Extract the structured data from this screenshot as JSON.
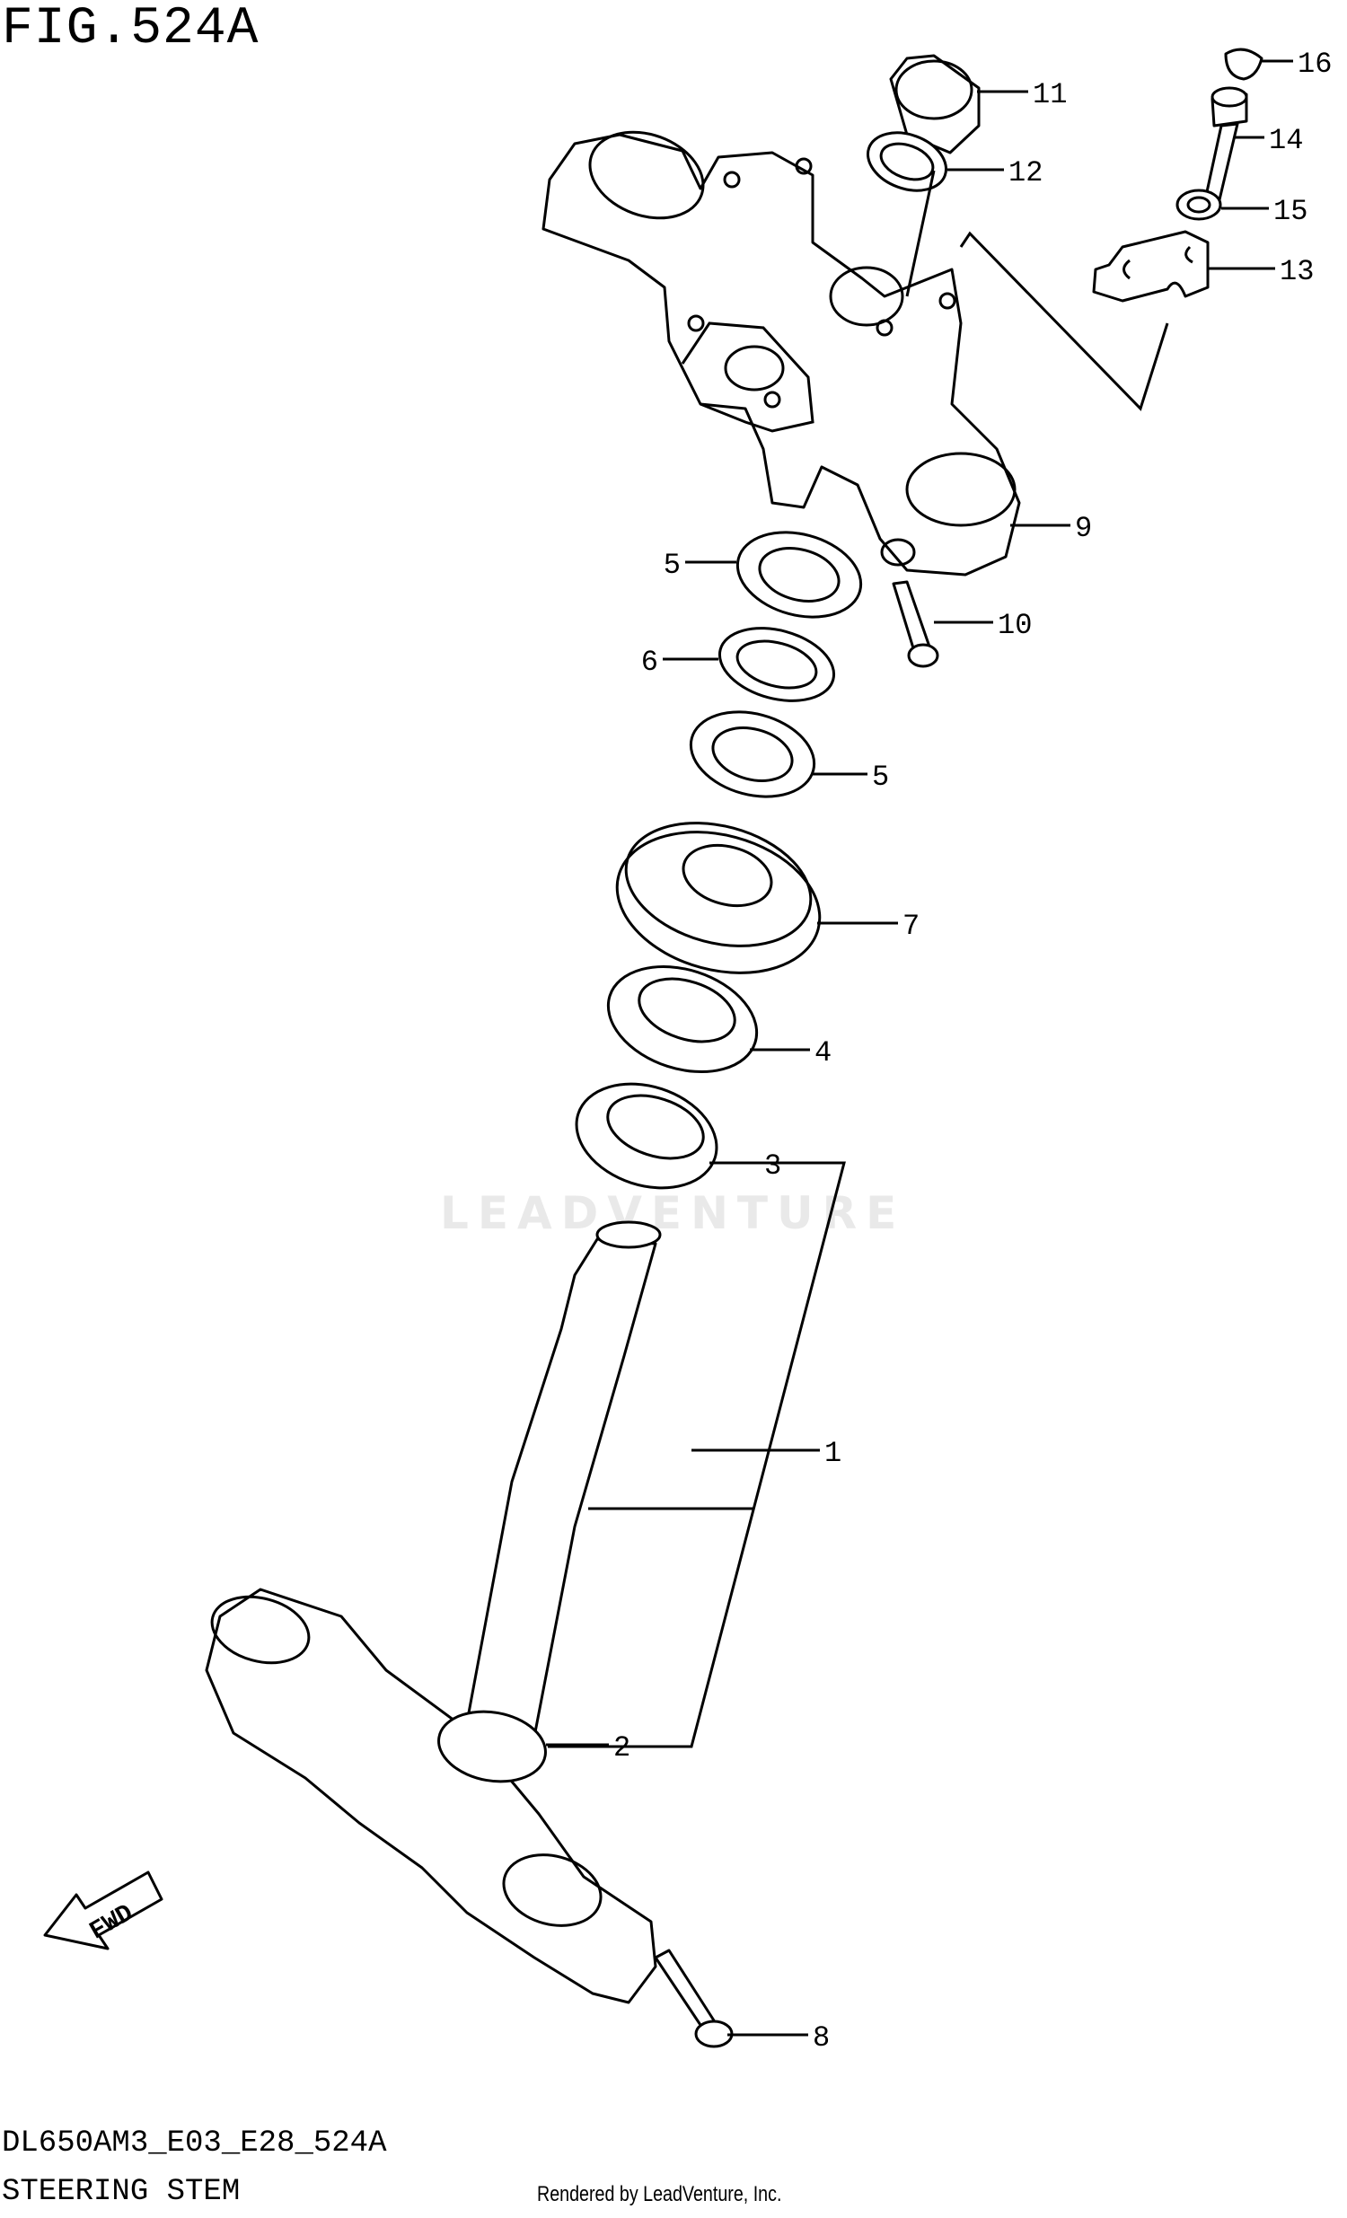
{
  "figure": {
    "title": "FIG.524A",
    "model_code": "DL650AM3_E03_E28_524A",
    "name": "STEERING STEM",
    "credit": "Rendered by LeadVenture, Inc.",
    "watermark": "LEADVENTURE",
    "fwd_label": "FWD"
  },
  "callouts": [
    "11",
    "16",
    "14",
    "12",
    "15",
    "13",
    "9",
    "5",
    "10",
    "6",
    "5",
    "7",
    "4",
    "3",
    "1",
    "2",
    "8"
  ]
}
